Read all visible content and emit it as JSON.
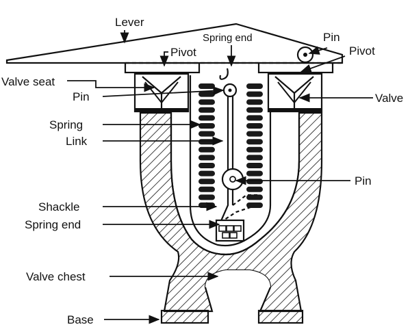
{
  "diagram": {
    "labels": {
      "lever": "Lever",
      "pivot_left": "Pivot",
      "spring_end_top": "Spring end",
      "pin_top": "Pin",
      "pivot_right": "Pivot",
      "valve_seat": "Valve seat",
      "pin_left": "Pin",
      "valve": "Valve",
      "spring": "Spring",
      "link": "Link",
      "pin_right": "Pin",
      "shackle": "Shackle",
      "spring_end_bottom": "Spring end",
      "valve_chest": "Valve chest",
      "base": "Base"
    },
    "colors": {
      "ink": "#111111",
      "background": "#ffffff",
      "spring_coil": "#1a1a1a"
    }
  }
}
